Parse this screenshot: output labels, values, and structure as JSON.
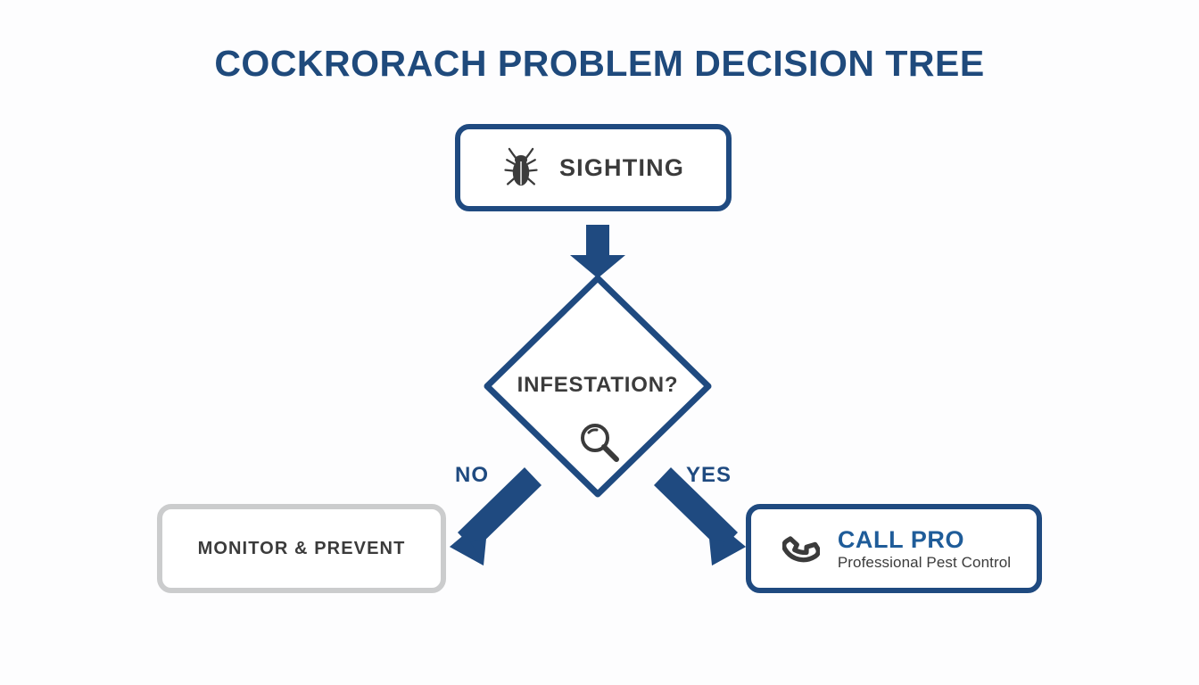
{
  "diagram": {
    "title": "COCKRORACH PROBLEM DECISION TREE",
    "type": "decision-tree-flowchart",
    "background_color": "#fdfdfe",
    "colors": {
      "primary_blue": "#1f4a80",
      "title_blue": "#1f4a7c",
      "accent_blue": "#1f5c99",
      "text_dark": "#3b3b3b",
      "icon_dark": "#3b3b3b",
      "neutral_gray_border": "#cbcccd",
      "node_fill": "#ffffff"
    }
  },
  "nodes": {
    "sighting": {
      "label": "SIGHTING",
      "icon": "cockroach-icon",
      "shape": "rounded-rectangle",
      "border_color": "#1f4a80"
    },
    "decision": {
      "label": "INFESTATION?",
      "icon": "magnifier-icon",
      "shape": "diamond",
      "border_color": "#1f4a80"
    },
    "monitor": {
      "label": "MONITOR & PREVENT",
      "shape": "rounded-rectangle",
      "border_color": "#cbcccd"
    },
    "call_pro": {
      "title": "CALL PRO",
      "subtitle": "Professional Pest Control",
      "icon": "phone-icon",
      "shape": "rounded-rectangle",
      "border_color": "#1f4a80"
    }
  },
  "edges": [
    {
      "from": "sighting",
      "to": "decision",
      "label": "",
      "direction": "down"
    },
    {
      "from": "decision",
      "to": "monitor",
      "label": "NO",
      "direction": "down-left"
    },
    {
      "from": "decision",
      "to": "call_pro",
      "label": "YES",
      "direction": "down-right"
    }
  ],
  "edge_labels": {
    "no": "NO",
    "yes": "YES"
  }
}
